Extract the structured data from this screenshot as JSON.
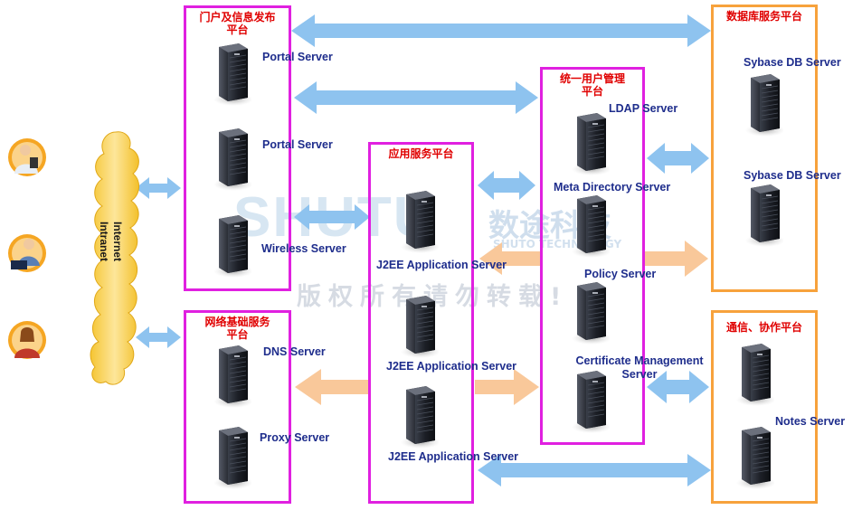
{
  "platforms": {
    "portal": {
      "title": "门户及信息发布\n平台"
    },
    "network": {
      "title": "网络基础服务\n平台"
    },
    "app": {
      "title": "应用服务平台"
    },
    "user": {
      "title": "统一用户管理\n平台"
    },
    "db": {
      "title": "数据库服务平台"
    },
    "comm": {
      "title": "通信、协作平台"
    }
  },
  "servers": {
    "portal1": "Portal Server",
    "portal2": "Portal Server",
    "wireless": "Wireless Server",
    "dns": "DNS Server",
    "proxy": "Proxy Server",
    "j2ee1": "J2EE Application Server",
    "j2ee2": "J2EE Application Server",
    "j2ee3": "J2EE Application Server",
    "ldap": "LDAP Server",
    "meta": "Meta Directory Server",
    "policy": "Policy Server",
    "cert": "Certificate Management\nServer",
    "sybase1": "Sybase DB Server",
    "sybase2": "Sybase DB Server",
    "notes": "Notes Server"
  },
  "cloud": {
    "line1": "Internet",
    "line2": "Intranet"
  },
  "watermark": {
    "brand": "SHUTU",
    "brand_cn": "数途科技",
    "brand_en": "SHUTO TECHNOLOGY",
    "notice": "版权所有请勿转载!"
  },
  "colors": {
    "platform_border": "#e020e0",
    "db_border": "#f7a23c",
    "blue_arrow": "#8ec3ef",
    "orange_arrow": "#f9c89a",
    "title_red": "#e00000",
    "label_navy": "#1e2d8c"
  },
  "icons": [
    "server-icon",
    "user-icon",
    "cloud-icon",
    "arrow-icon"
  ]
}
